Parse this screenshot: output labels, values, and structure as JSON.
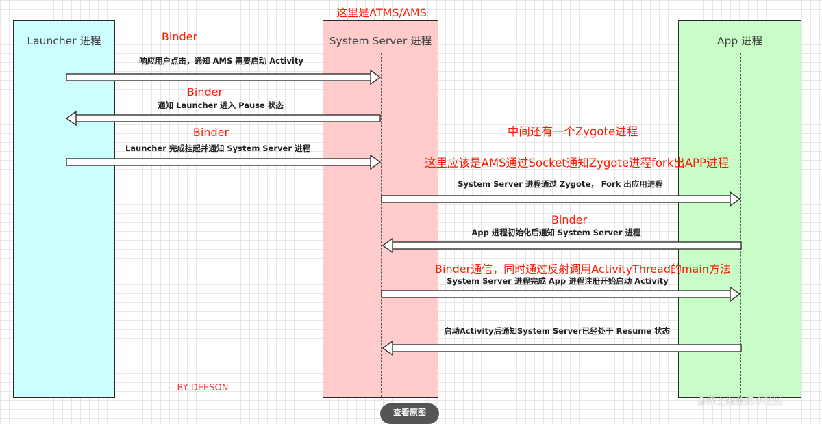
{
  "header_note": "这里是ATMS/AMS",
  "columns": {
    "launcher": "Launcher 进程",
    "server": "System Server 进程",
    "app": "App 进程"
  },
  "messages": [
    {
      "label": "响应用户点击，通知 AMS 需要启动 Activity",
      "note": "Binder",
      "direction": "launcher-to-server"
    },
    {
      "label": "通知 Launcher 进入 Pause 状态",
      "note": "Binder",
      "direction": "server-to-launcher"
    },
    {
      "label": "Launcher 完成挂起并通知 System Server 进程",
      "note": "Binder",
      "direction": "launcher-to-server"
    },
    {
      "label": "System Server 进程通过 Zygote， Fork 出应用进程",
      "note": "",
      "direction": "server-to-app"
    },
    {
      "label": "App 进程初始化后通知 System Server 进程",
      "note": "Binder",
      "direction": "app-to-server"
    },
    {
      "label": "System Server 进程完成 App 进程注册开始启动 Activity",
      "note": "Binder通信，同时通过反射调用ActivityThread的main方法",
      "direction": "server-to-app"
    },
    {
      "label": "启动Activity后通知System Server已经处于 Resume 状态",
      "note": "",
      "direction": "app-to-server"
    }
  ],
  "annotations": {
    "zygote_note": "中间还有一个Zygote进程",
    "socket_note": "这里应该是AMS通过Socket通知Zygote进程fork出APP进程"
  },
  "signature": "-- BY DEESON",
  "view_original_button": "查看原图",
  "watermark": "@稀土掘金技术社区",
  "colors": {
    "launcher_bg": "#ccfdff",
    "server_bg": "#ffcccb",
    "app_bg": "#c8fdc8",
    "note_red": "#ff1a00"
  }
}
